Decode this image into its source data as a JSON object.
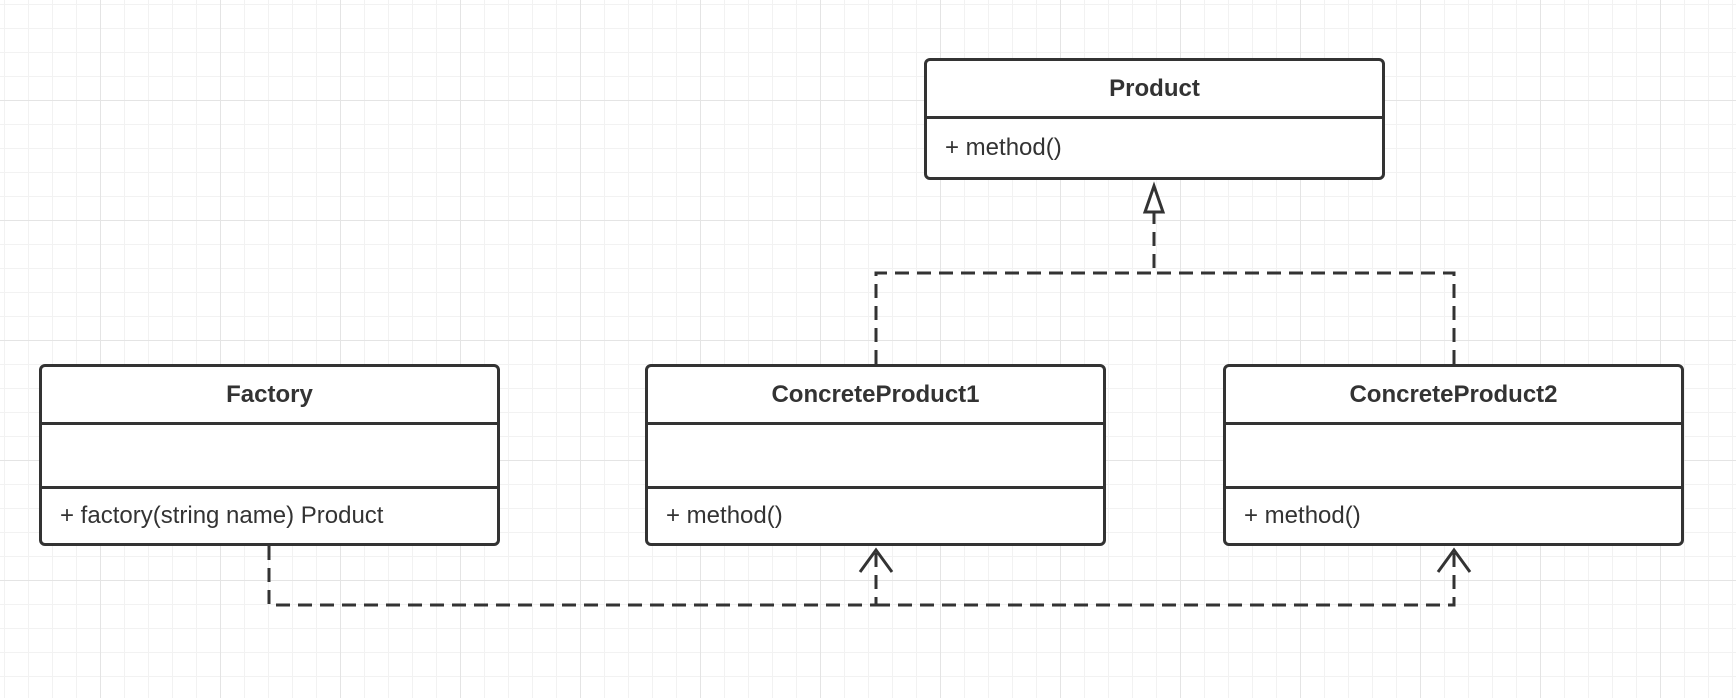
{
  "diagram": {
    "classes": {
      "product": {
        "name": "Product",
        "methods": [
          "+ method()"
        ]
      },
      "factory": {
        "name": "Factory",
        "attributes": [],
        "methods": [
          "+ factory(string name) Product"
        ]
      },
      "concrete_product_1": {
        "name": "ConcreteProduct1",
        "attributes": [],
        "methods": [
          "+ method()"
        ]
      },
      "concrete_product_2": {
        "name": "ConcreteProduct2",
        "attributes": [],
        "methods": [
          "+ method()"
        ]
      }
    },
    "relations": [
      {
        "type": "realization",
        "from": "ConcreteProduct1",
        "to": "Product"
      },
      {
        "type": "realization",
        "from": "ConcreteProduct2",
        "to": "Product"
      },
      {
        "type": "dependency",
        "from": "Factory",
        "to": "ConcreteProduct1"
      },
      {
        "type": "dependency",
        "from": "Factory",
        "to": "ConcreteProduct2"
      }
    ],
    "colors": {
      "stroke": "#333333",
      "grid": "#e4e4e4",
      "background": "#ffffff"
    }
  }
}
